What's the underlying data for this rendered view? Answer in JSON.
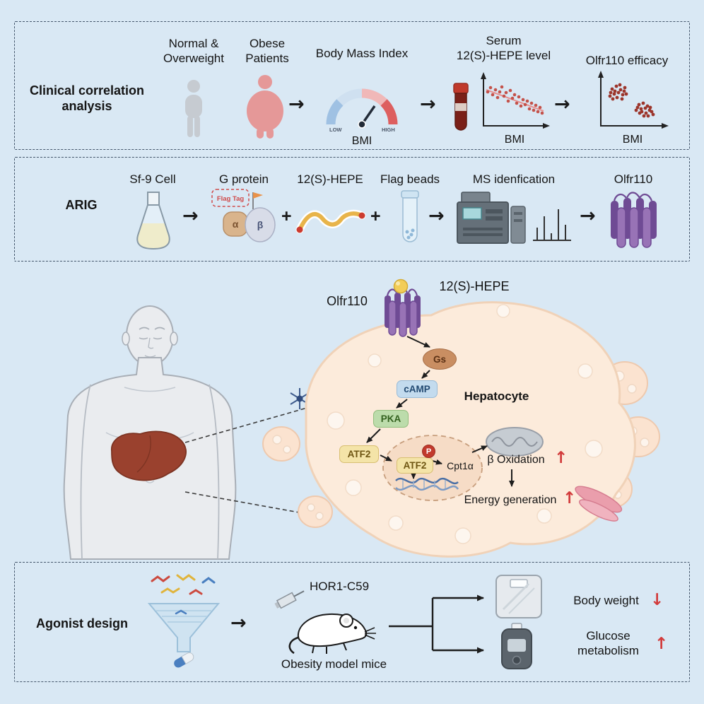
{
  "panel1": {
    "title": "Clinical correlation\nanalysis",
    "normal": "Normal &\nOverweight",
    "obese": "Obese\nPatients",
    "bmi_index": "Body Mass Index",
    "bmi": "BMI",
    "serum": "Serum\n12(S)-HEPE level",
    "efficacy": "Olfr110 efficacy",
    "gauge_low": "LOW",
    "gauge_high": "HIGH"
  },
  "panel2": {
    "title": "ARIG",
    "sf9": "Sf-9 Cell",
    "gprotein": "G protein",
    "hepe": "12(S)-HEPE",
    "flagbeads": "Flag beads",
    "ms": "MS idenfication",
    "olfr110": "Olfr110",
    "flag_tag": "Flag Tag",
    "alpha": "α",
    "beta": "β",
    "plus": "+"
  },
  "pathway": {
    "olfr110": "Olfr110",
    "hepe": "12(S)-HEPE",
    "hepatocyte": "Hepatocyte",
    "gs": "Gs",
    "camp": "cAMP",
    "pka": "PKA",
    "atf2": "ATF2",
    "atf2_nuclear": "ATF2",
    "phospho": "P",
    "cpt1a": "Cpt1α",
    "beta_oxidation": "β Oxidation",
    "energy": "Energy generation"
  },
  "panel3": {
    "title": "Agonist design",
    "compound": "HOR1-C59",
    "mice": "Obesity model mice",
    "body_weight": "Body weight",
    "glucose": "Glucose\nmetabolism"
  },
  "icons": {
    "right_arrow": "→",
    "up_arrow": "↑",
    "down_arrow": "↓"
  },
  "colors": {
    "background": "#d9e8f4",
    "panel_border": "#44566b",
    "receptor_purple": "#8a63a8",
    "indicator_red": "#d23b3b",
    "cell_fill": "#fcebdb",
    "liver": "#9a412e"
  }
}
